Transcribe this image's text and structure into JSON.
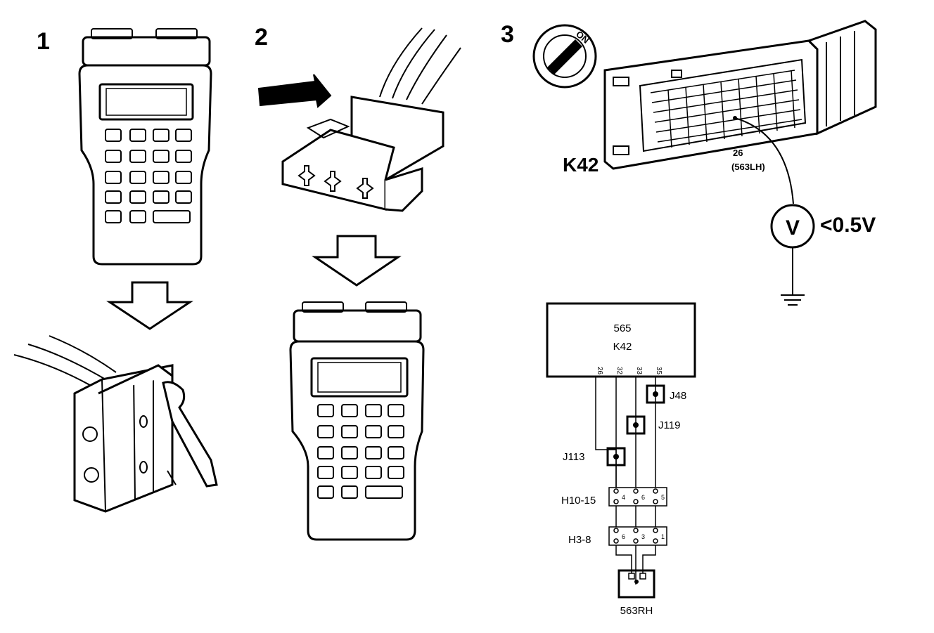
{
  "steps": {
    "step1": "1",
    "step2": "2",
    "step3": "3"
  },
  "step3": {
    "ignition_switch_text": "ON",
    "ecu_label": "K42",
    "pin_number": "26",
    "pin_wire": "(563LH)",
    "meter_symbol": "V",
    "meter_reading": "<0.5V"
  },
  "schematic": {
    "module_code": "565",
    "module_connector": "K42",
    "module_pins": [
      "26",
      "32",
      "33",
      "35"
    ],
    "joints": [
      "J48",
      "J119",
      "J113"
    ],
    "connector_1": "H10-15",
    "connector_1_pins": [
      "4",
      "6",
      "5"
    ],
    "connector_2": "H3-8",
    "connector_2_pins": [
      "6",
      "3",
      "1"
    ],
    "sensor": "563RH"
  },
  "colors": {
    "ink": "#000000",
    "paper": "#ffffff"
  }
}
